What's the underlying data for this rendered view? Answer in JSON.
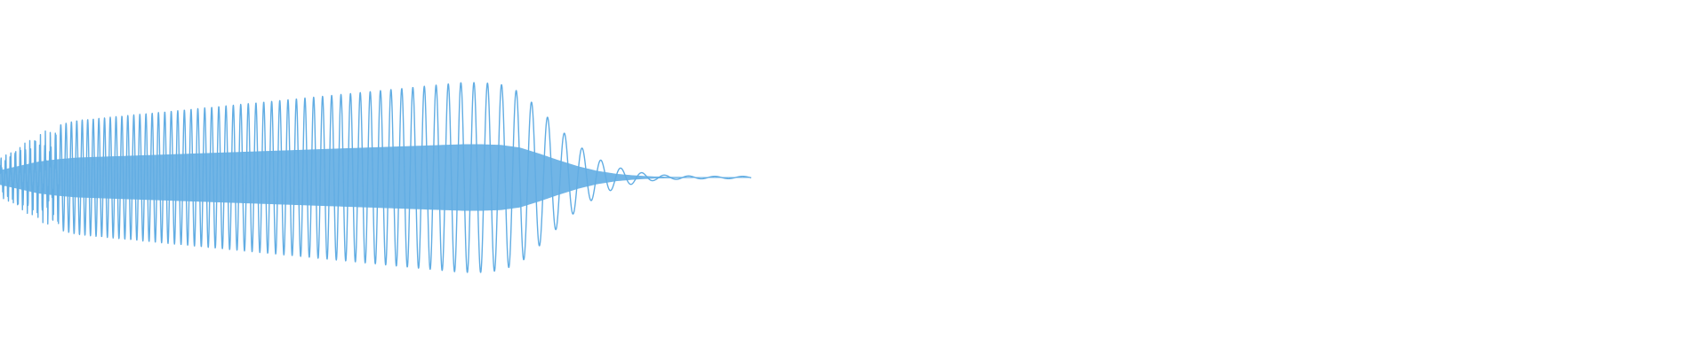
{
  "waveform": {
    "color": "#62ade3",
    "background": "#ffffff",
    "duration_fraction": 0.44,
    "amplitude_envelope": [
      0.22,
      0.35,
      0.48,
      0.55,
      0.6,
      0.62,
      0.64,
      0.66,
      0.68,
      0.7,
      0.72,
      0.74,
      0.76,
      0.78,
      0.8,
      0.82,
      0.84,
      0.86,
      0.88,
      0.9,
      0.92,
      0.94,
      0.96,
      0.98,
      1.0,
      1.0,
      0.98,
      0.9,
      0.72,
      0.52,
      0.34,
      0.2,
      0.11,
      0.06,
      0.03,
      0.02,
      0.015,
      0.012,
      0.012,
      0.012
    ]
  }
}
